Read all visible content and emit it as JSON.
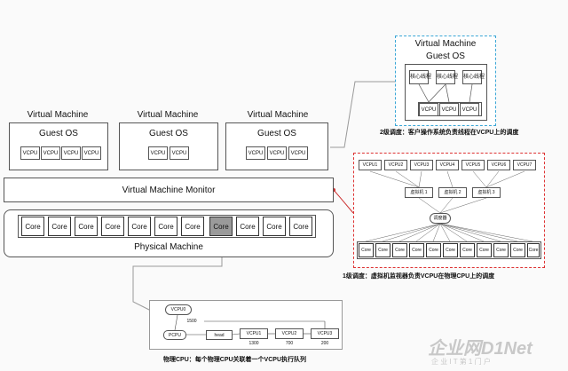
{
  "vm_label": "Virtual  Machine",
  "guest_os": "Guest OS",
  "vcpu": "VCPU",
  "core": "Core",
  "vmm": "Virtual Machine Monitor",
  "physical_machine": "Physical Machine",
  "thread_label": "核心线程",
  "caption_level2": "2级调度：客户操作系统负责线程在VCPU上的调度",
  "caption_level1": "1级调度：虚拟机监视器负责VCPU在物理CPU上的调度",
  "caption_pcpu": "物理CPU：每个物理CPU关联着一个VCPU执行队列",
  "l1_vcpus": [
    "VCPU1",
    "VCPU2",
    "VCPU3",
    "VCPU4",
    "VCPU5",
    "VCPU6",
    "VCPU7"
  ],
  "l1_vms": [
    "虚拟机 1",
    "虚拟机 2",
    "虚拟机 3"
  ],
  "l1_scheduler": "调度器",
  "pcpu_vcpu0": "VCPU0",
  "pcpu_label": "PCPU",
  "pcpu_head": "head",
  "pcpu_queue": [
    "VCPU1",
    "VCPU2",
    "VCPU3"
  ],
  "pcpu_nums": [
    "1500",
    "1300",
    "700",
    "200"
  ],
  "watermark_main": "企业网D1Net",
  "watermark_sub": "企 业 I T 第 1 门 户"
}
